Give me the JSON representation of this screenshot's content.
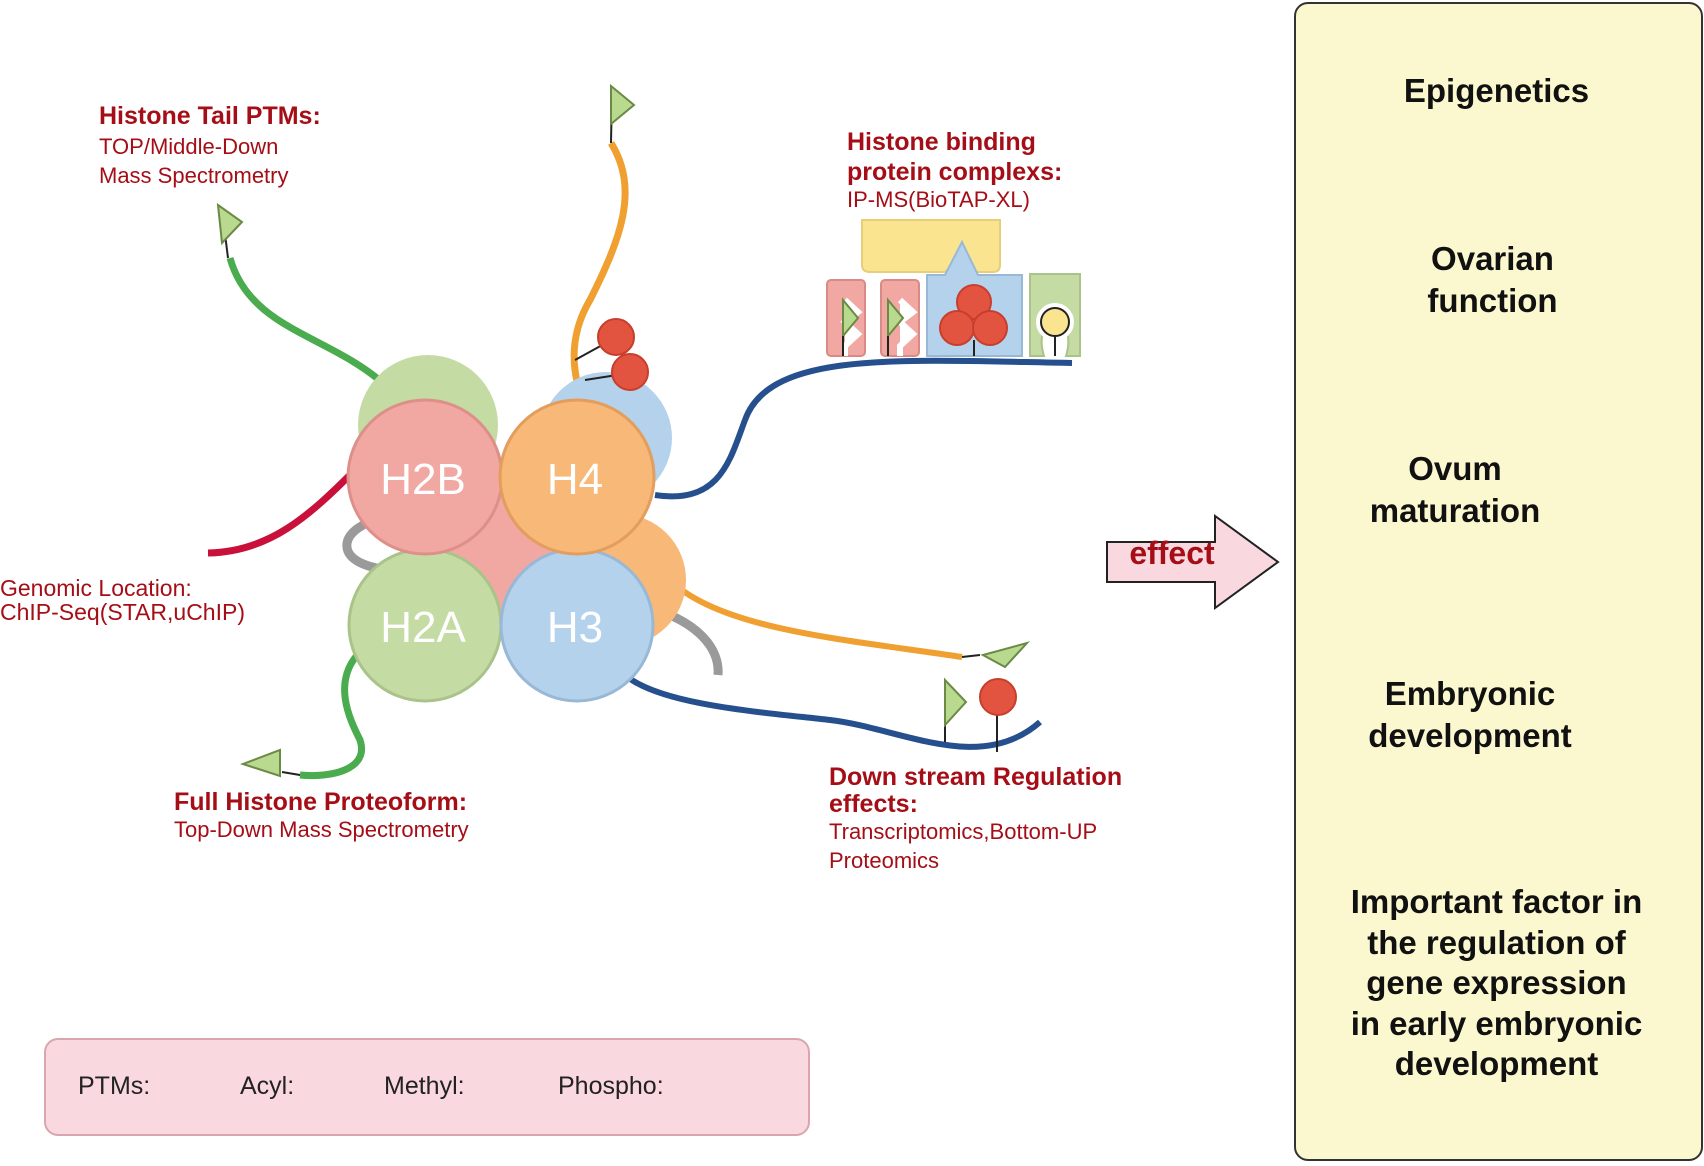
{
  "labels": {
    "tail": {
      "head": "Histone Tail PTMs:",
      "lines": [
        "TOP/Middle-Down",
        "Mass Spectrometry"
      ]
    },
    "binding": {
      "head": [
        "Histone binding",
        "protein complexs:"
      ],
      "sub": "IP-MS(BioTAP-XL)"
    },
    "genomic": [
      "Genomic Location:",
      "ChIP-Seq(STAR,uChIP)"
    ],
    "full": {
      "head": "Full Histone Proteoform:",
      "sub": "Top-Down Mass Spectrometry"
    },
    "down": {
      "head": [
        "Down stream Regulation",
        "effects:"
      ],
      "lines": [
        "Transcriptomics,Bottom-UP",
        "Proteomics"
      ]
    }
  },
  "histones": {
    "h2b": "H2B",
    "h4": "H4",
    "h2a": "H2A",
    "h3": "H3"
  },
  "legend": {
    "ptms": "PTMs:",
    "acyl": "Acyl:",
    "methyl": "Methyl:",
    "phospho": "Phospho:"
  },
  "arrow": {
    "label": "effect"
  },
  "panel": {
    "items": [
      [
        "Epigenetics"
      ],
      [
        "Ovarian",
        "function"
      ],
      [
        "Ovum",
        "maturation"
      ],
      [
        "Embryonic",
        "development"
      ],
      [
        "Important factor in",
        "the regulation of",
        "gene expression",
        "in early embryonic",
        "development"
      ]
    ]
  },
  "colors": {
    "label_red": "#a50e16",
    "h2b": "#f2a8a2",
    "h4": "#f7b878",
    "h2a": "#c4dca4",
    "h3": "#b4d2ec",
    "acyl": "#b9d98f",
    "methyl": "#e25440",
    "phospho": "#fbe48f",
    "tail_green": "#4aac4e",
    "tail_orange": "#f0a030",
    "tail_navy": "#264f8e",
    "tail_red": "#c8103a",
    "dna_gray": "#9a9a9a",
    "panel_bg": "#fbf8cf",
    "legend_bg": "#f9d9df"
  }
}
